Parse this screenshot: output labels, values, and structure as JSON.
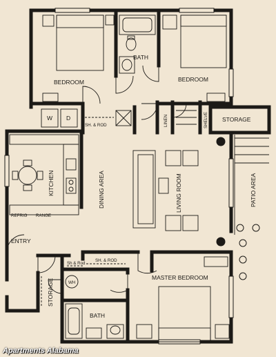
{
  "rooms": {
    "bedroom_1": "BEDROOM",
    "bath_1": "BATH",
    "bedroom_2": "BEDROOM",
    "storage_1": "STORAGE",
    "washer": "W",
    "dryer": "D",
    "shower_rod_1": "SH. & ROD",
    "linen": "LINEN",
    "shelve": "SHELVE",
    "kitchen": "KITCHEN",
    "dining_area": "DINING AREA",
    "living_room": "LIVING ROOM",
    "patio_area": "PATIO AREA",
    "refrig": "REFRIG",
    "range": "RANGE",
    "entry": "ENTRY",
    "shower_rod_2": "SH. & ROD",
    "shower_rod_3": "Sh & Rod",
    "water_heater": "WH",
    "storage_2": "STORAGE",
    "master_bedroom": "MASTER BEDROOM",
    "bath_2": "BATH"
  },
  "watermark": "Apartments Alabama",
  "colors": {
    "background": "#f1e6d3",
    "wall": "#1c1a17",
    "watermark": "#ffffff"
  }
}
